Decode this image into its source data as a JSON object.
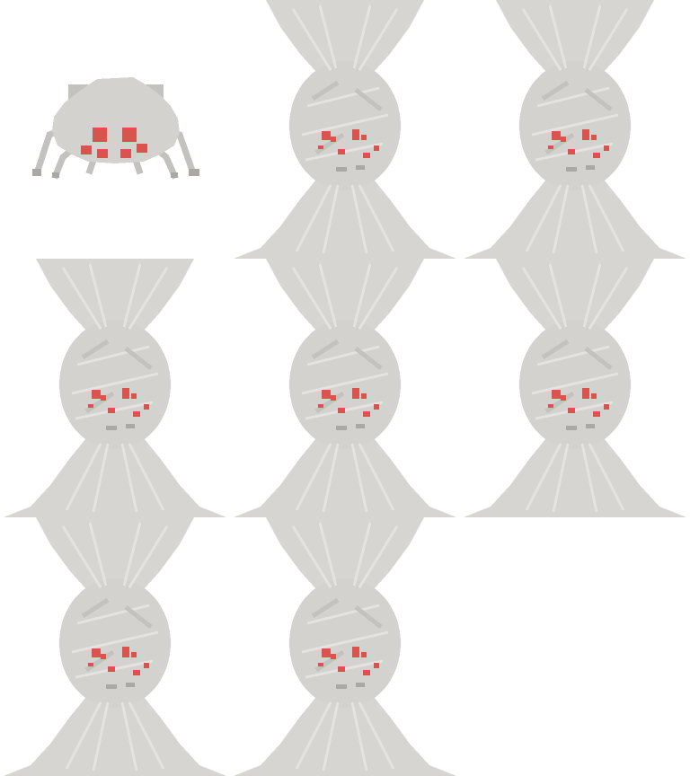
{
  "sprite_sheet": {
    "columns": 3,
    "rows": 3,
    "background": "#ffffff",
    "palette": {
      "web": "#d6d5d1",
      "web_light": "#e4e3df",
      "body": "#d3d2ce",
      "body_shade": "#c3c2be",
      "spot": "#d9534f",
      "leg_tip": "#a9a8a4"
    },
    "frames": [
      {
        "kind": "spider",
        "icon": "spider-icon"
      },
      {
        "kind": "web-cocoon",
        "icon": "web-cocoon-icon"
      },
      {
        "kind": "web-cocoon",
        "icon": "web-cocoon-icon"
      },
      {
        "kind": "web-cocoon",
        "icon": "web-cocoon-icon"
      },
      {
        "kind": "web-cocoon",
        "icon": "web-cocoon-icon"
      },
      {
        "kind": "web-cocoon",
        "icon": "web-cocoon-icon"
      },
      {
        "kind": "web-cocoon",
        "icon": "web-cocoon-icon"
      },
      {
        "kind": "web-cocoon",
        "icon": "web-cocoon-icon"
      },
      {
        "kind": "empty",
        "icon": ""
      }
    ]
  }
}
